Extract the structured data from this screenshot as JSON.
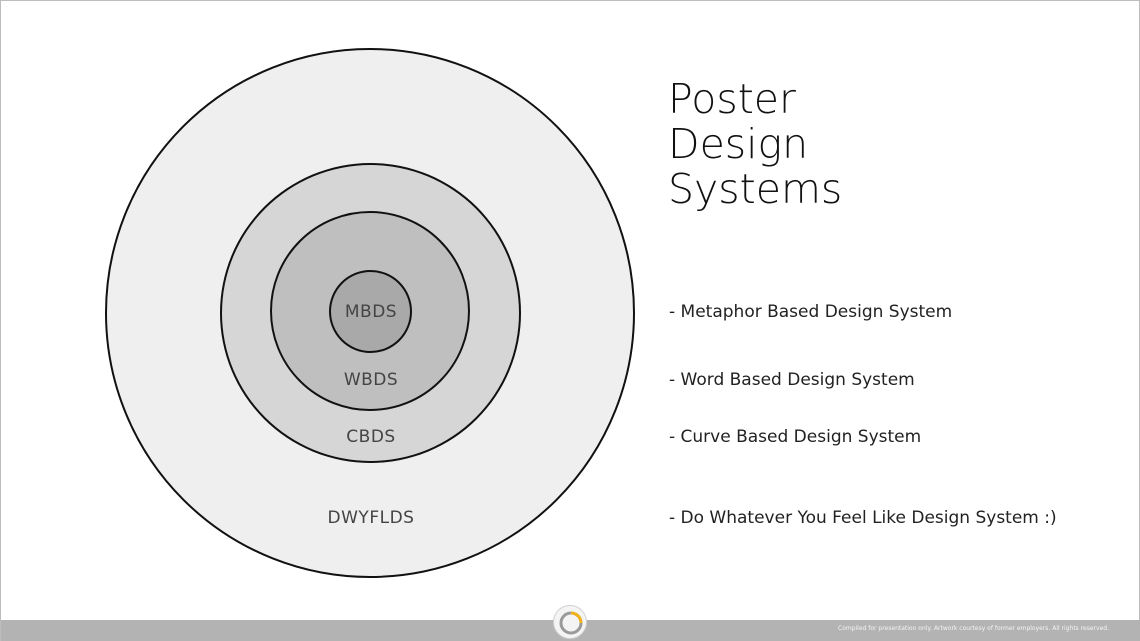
{
  "title": {
    "line1": "Poster",
    "line2": "Design",
    "line3": "Systems"
  },
  "rings": {
    "mbds": "MBDS",
    "wbds": "WBDS",
    "cbds": "CBDS",
    "dwyflds": "DWYFLDS"
  },
  "legend": [
    "- Metaphor Based Design System",
    "- Word Based Design System",
    "- Curve Based Design System",
    "- Do Whatever You Feel Like Design System :)"
  ],
  "footer": {
    "note": "Compiled for presentation only. Artwork courtesy of former employers. All rights reserved.",
    "logo_icon": "circle-logo-icon",
    "accent": "#f2b21a"
  },
  "colors": {
    "outer": "#efefef",
    "cbds": "#d6d6d6",
    "wbds": "#bfbfbf",
    "mbds": "#a9a9a9"
  }
}
